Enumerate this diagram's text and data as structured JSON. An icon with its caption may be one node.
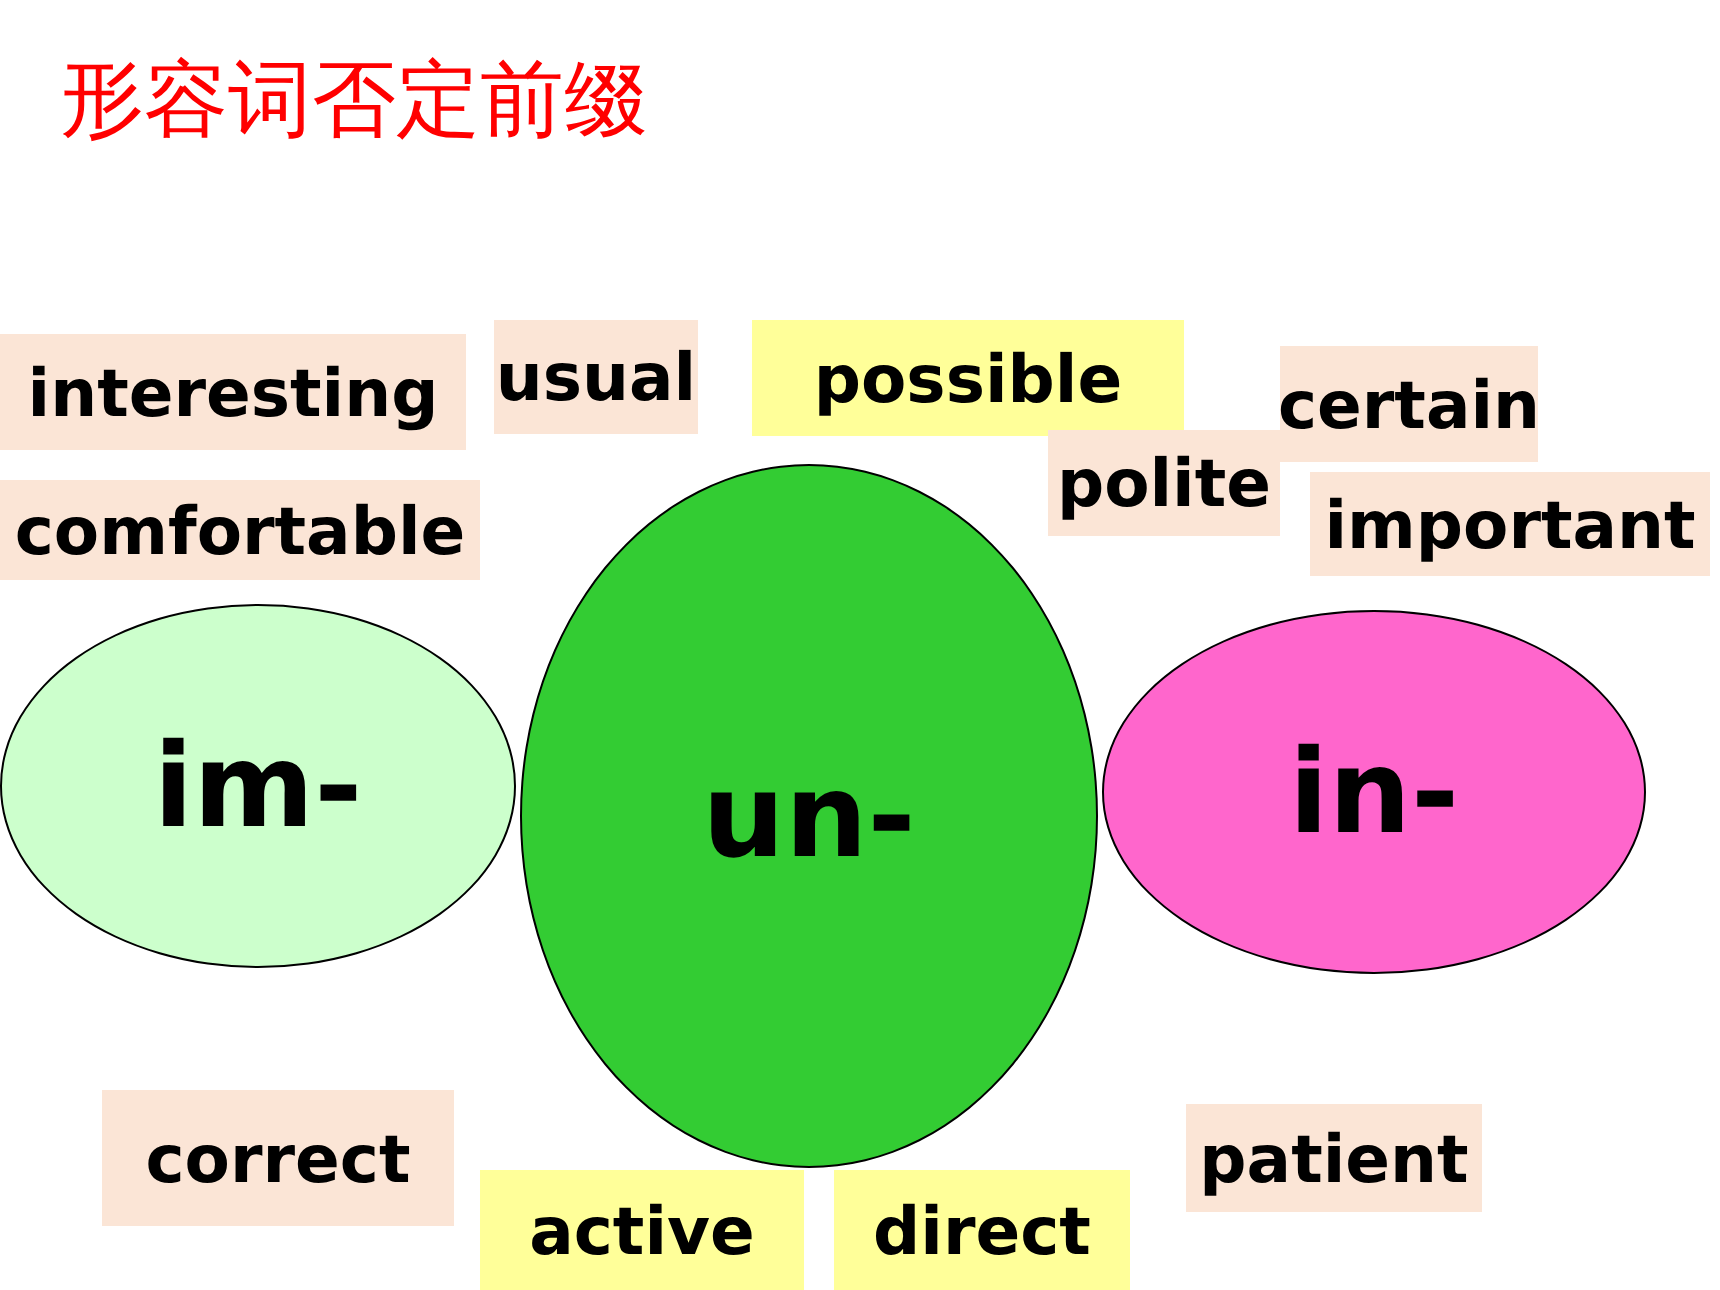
{
  "diagram": {
    "title": "形容词否定前缀",
    "nodes": [
      {
        "text": [
          "interesting"
        ]
      },
      {
        "text": [
          "usual"
        ]
      },
      {
        "text": [
          "possible"
        ]
      },
      {
        "text": [
          "certain"
        ]
      },
      {
        "text": [
          "polite"
        ]
      },
      {
        "text": [
          "comfortable"
        ]
      },
      {
        "text": [
          "important"
        ]
      },
      {
        "text": [
          "im-"
        ]
      },
      {
        "text": [
          "un-"
        ]
      },
      {
        "text": [
          "in-"
        ]
      },
      {
        "text": [
          "correct"
        ]
      },
      {
        "text": [
          "patient"
        ]
      },
      {
        "text": [
          "active"
        ]
      },
      {
        "text": [
          "direct"
        ]
      }
    ]
  }
}
